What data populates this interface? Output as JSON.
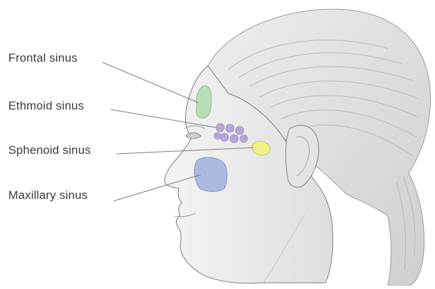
{
  "labels": {
    "frontal": "Frontal sinus",
    "ethmoid": "Ethmoid sinus",
    "sphenoid": "Sphenoid sinus",
    "maxillary": "Maxillary sinus"
  },
  "colors": {
    "frontal": "#b9ddb7",
    "ethmoid": "#b6a7d6",
    "sphenoid": "#eef08a",
    "maxillary": "#a9b9df",
    "skin": "#e9e9e9",
    "hair": "#d9d9d9",
    "outline": "#8e8e8e",
    "leader": "#7a7a7a"
  },
  "icons": {
    "head": "human-head-profile-icon"
  }
}
